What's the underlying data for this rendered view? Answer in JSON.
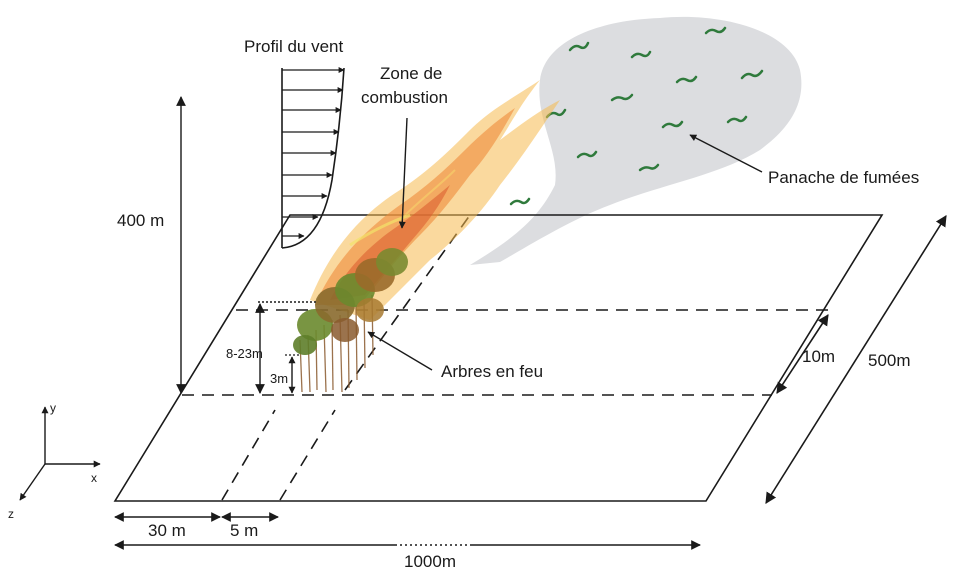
{
  "labels": {
    "wind_profile": "Profil du vent",
    "combustion_zone_line1": "Zone de",
    "combustion_zone_line2": "combustion",
    "smoke_plume": "Panache de fumées",
    "burning_trees": "Arbres en feu",
    "height_400": "400 m",
    "tree_height_range": "8-23m",
    "trunk_height": "3m",
    "strip_width": "10m",
    "domain_depth": "500m",
    "offset_30": "30 m",
    "offset_5": "5 m",
    "domain_length": "1000m"
  },
  "axes": {
    "x": "x",
    "y": "y",
    "z": "z"
  },
  "colors": {
    "line": "#1a1a1a",
    "plume_fill": "#dcdde0",
    "smoke_squiggle": "#2f7a3c",
    "flame_outer": "#f6b94f",
    "flame_mid": "#ef8a3a",
    "flame_inner": "#d9572b",
    "tree_green": "#6a8a2e",
    "tree_brown": "#8a5a2e"
  }
}
